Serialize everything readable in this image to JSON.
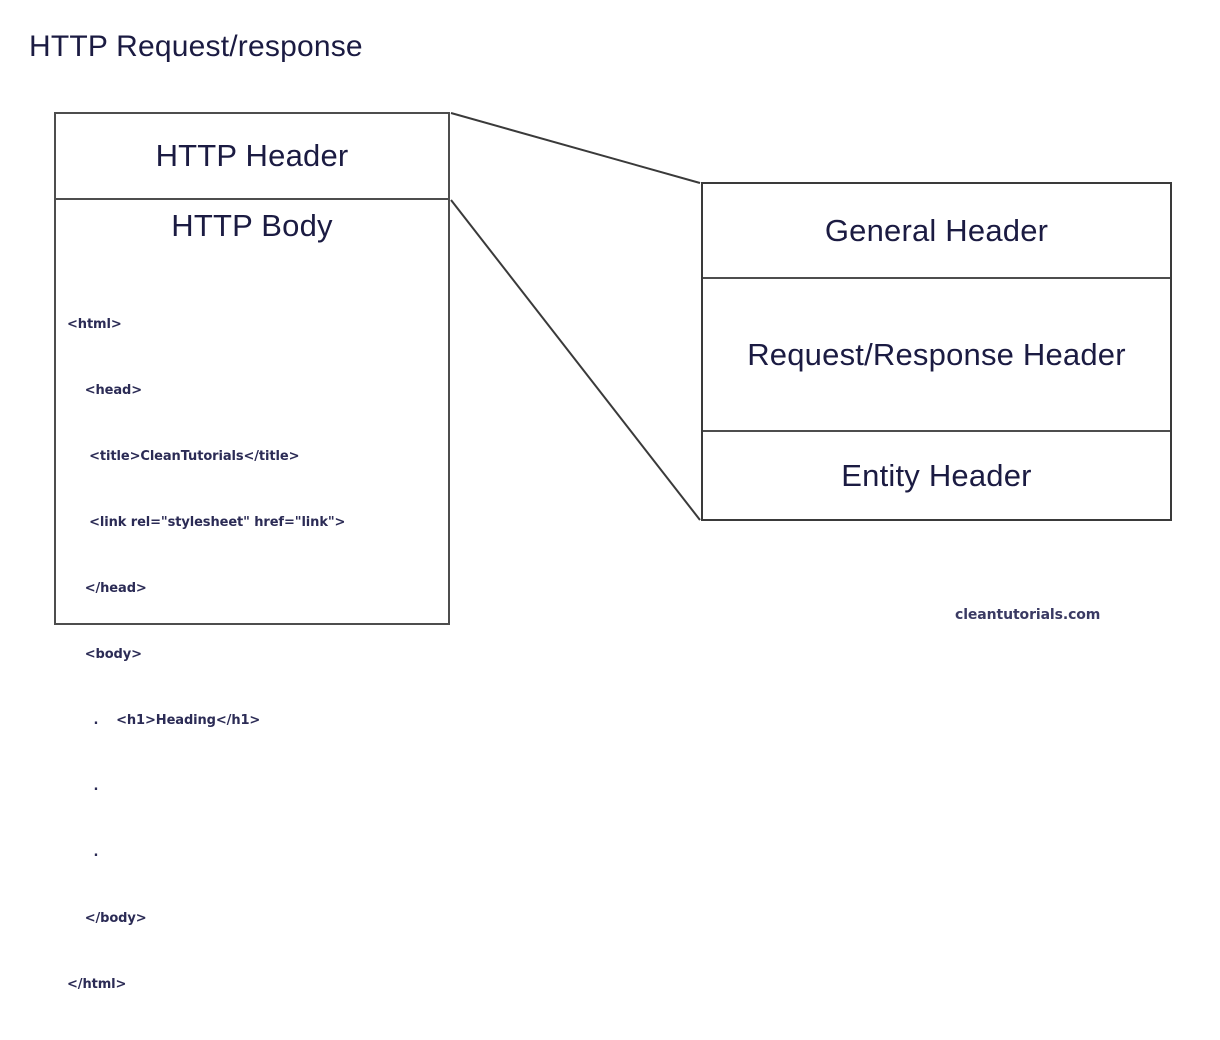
{
  "diagram": {
    "title": "HTTP Request/response",
    "watermark": "cleantutorials.com"
  },
  "packet": {
    "header_label": "HTTP Header",
    "body_label": "HTTP Body",
    "code_lines": [
      "<html>",
      "    <head>",
      "     <title>CleanTutorials</title>",
      "     <link rel=\"stylesheet\" href=\"link\">",
      "    </head>",
      "    <body>",
      "      .    <h1>Heading</h1>",
      "      .",
      "      .",
      "    </body>",
      "</html>"
    ]
  },
  "header_types": {
    "items": [
      {
        "label": "General Header"
      },
      {
        "label": "Request/Response Header"
      },
      {
        "label": "Entity Header"
      }
    ]
  },
  "colors": {
    "text_navy": "#1b1b42",
    "box_stroke": "#4d4d4d",
    "connector_stroke": "#3a3a3a",
    "background": "#ffffff"
  }
}
